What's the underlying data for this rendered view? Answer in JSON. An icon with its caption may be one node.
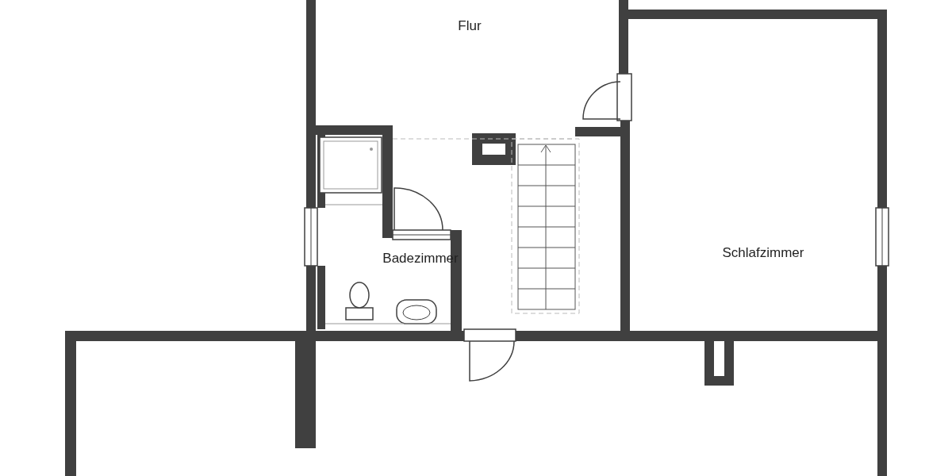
{
  "diagram": {
    "labels": [
      "Flur",
      "Badezimmer",
      "Schlafzimmer"
    ]
  }
}
